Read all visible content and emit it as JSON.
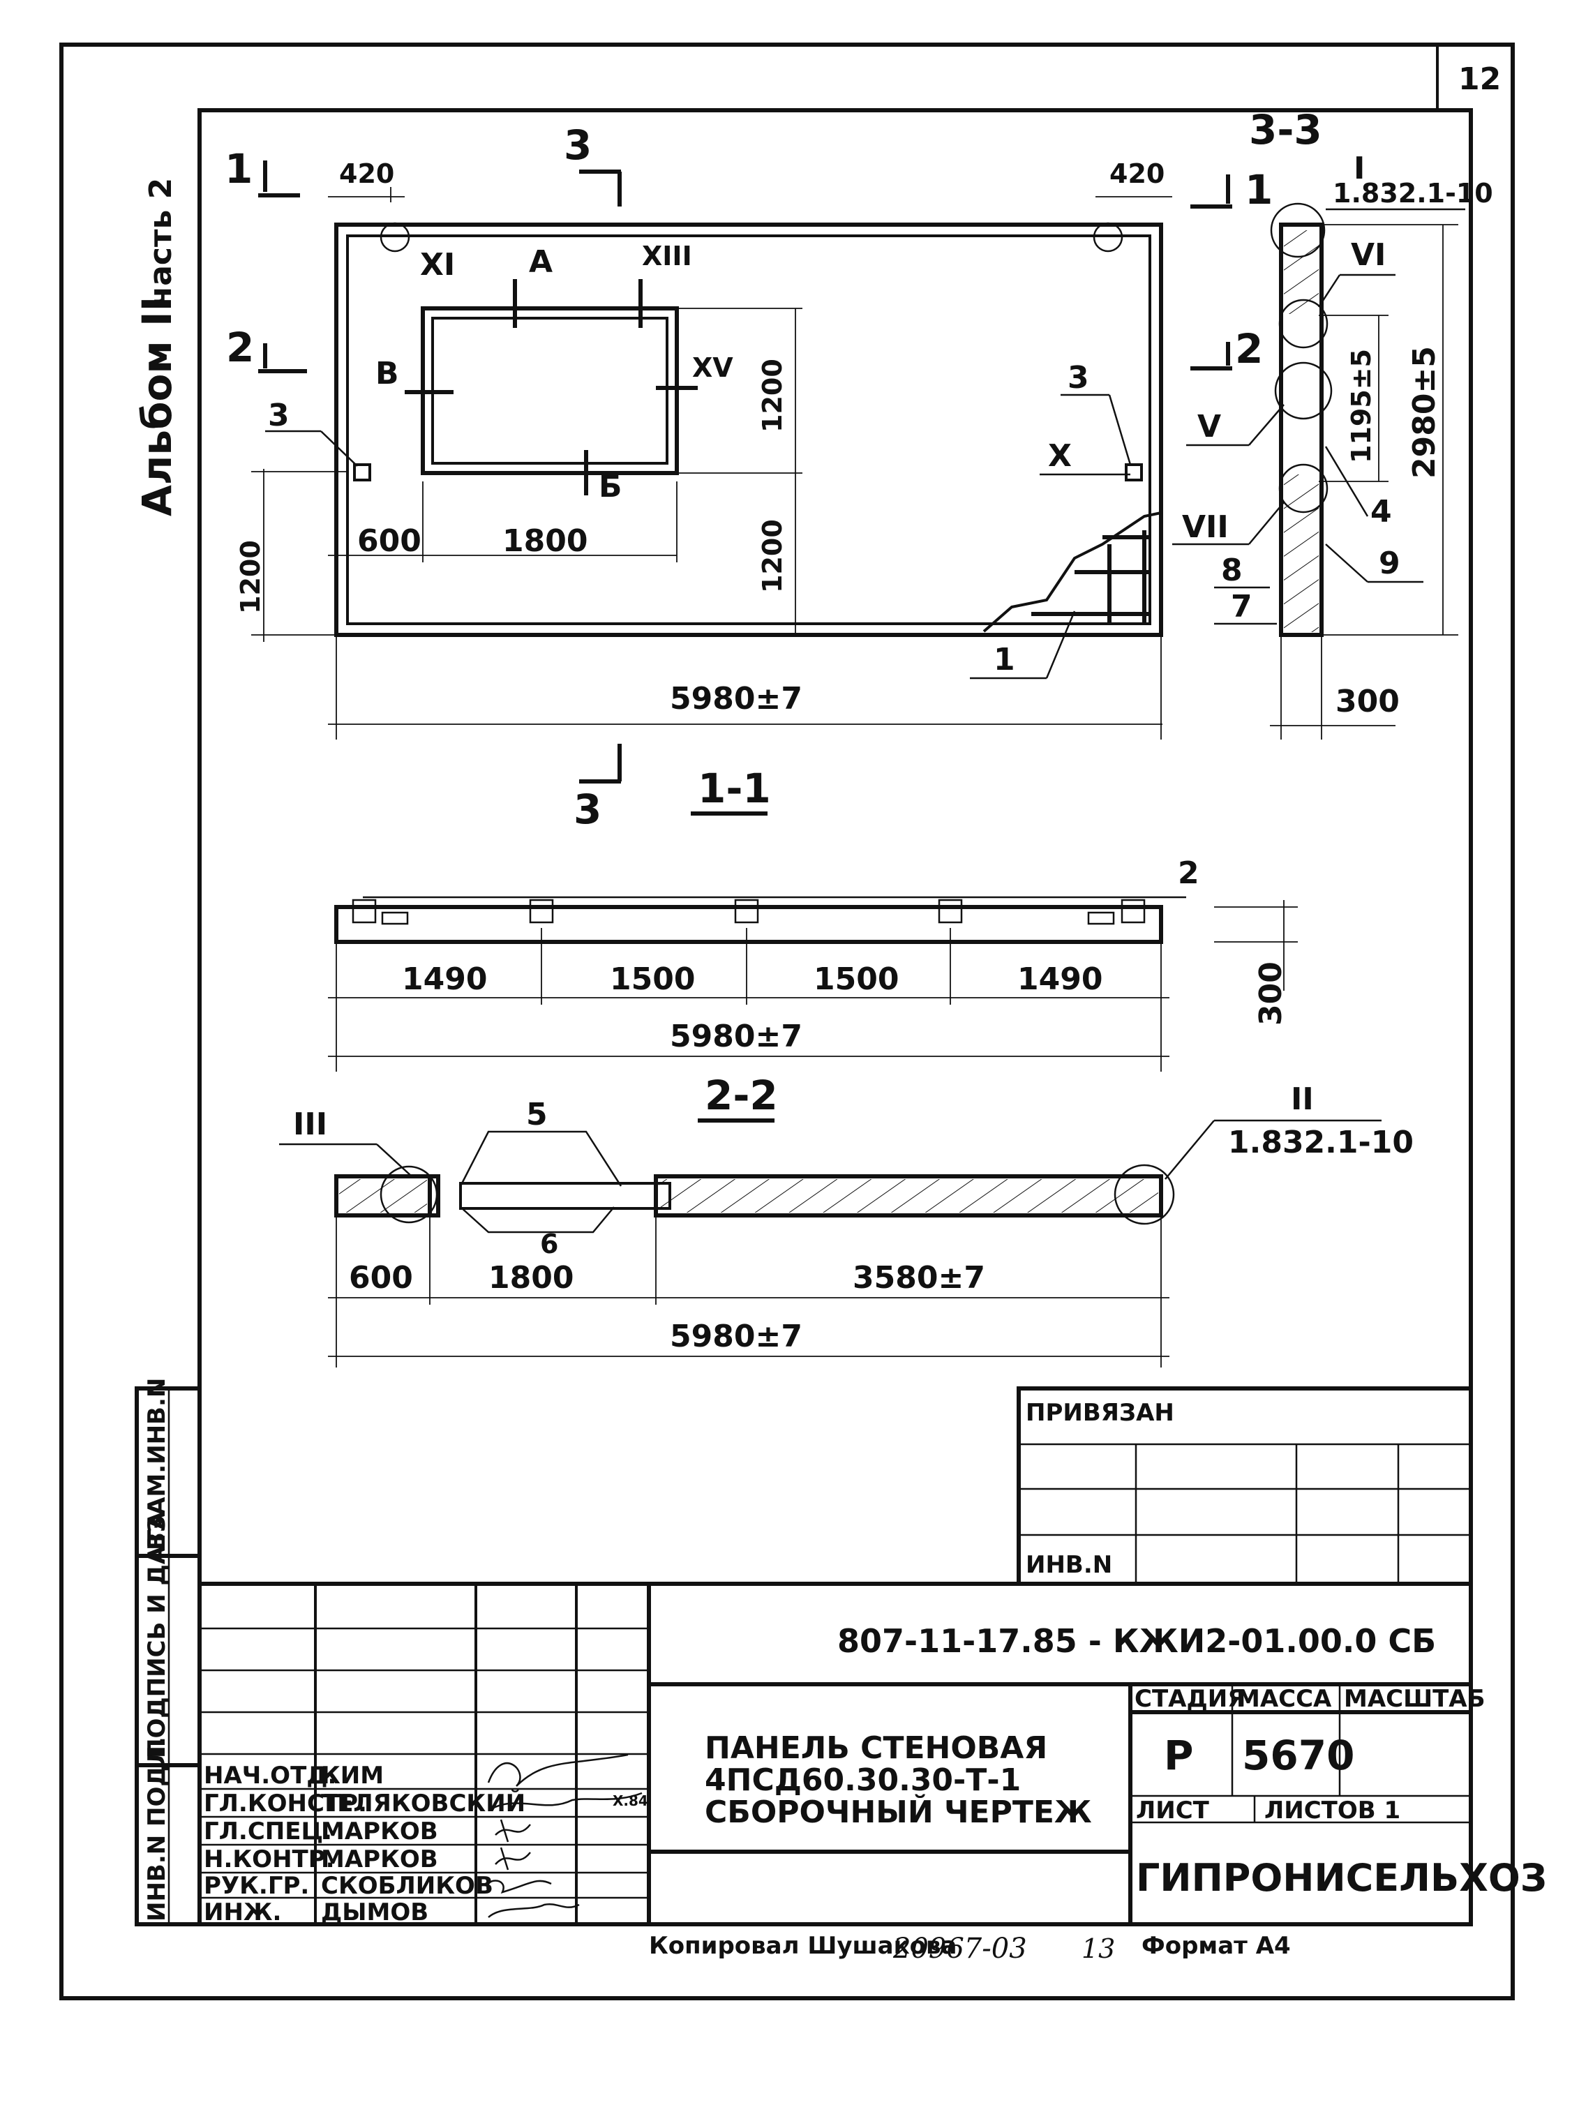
{
  "sheet_number": "12",
  "side_label": {
    "album": "Альбом II",
    "part": "часть 2"
  },
  "sections": {
    "s1": "1",
    "s2": "2",
    "s3": "3",
    "s33": "3-3",
    "s11": "1-1",
    "s22": "2-2"
  },
  "plan": {
    "dims": {
      "left_offset": "420",
      "right_offset": "420",
      "width_total": "5980±7",
      "opening_offset": "600",
      "opening_width": "1800",
      "opening_height": "1200",
      "sill_height": "1200",
      "left_height": "1200"
    },
    "opening_marks": {
      "top": "А",
      "bottom": "Б",
      "left": "В"
    },
    "node_marks": {
      "xi": "XI",
      "xiii": "XIII",
      "xv": "XV",
      "x": "X"
    },
    "position_marks": {
      "p3_left": "3",
      "p3_right": "3",
      "p1": "1"
    }
  },
  "section_33": {
    "height": "2980±5",
    "thickness": "300",
    "inner_height": "1195±5",
    "ref_node": "I",
    "ref_doc": "1.832.1-10",
    "node_marks": {
      "vi": "VI",
      "v": "V",
      "vii": "VII"
    },
    "position_marks": {
      "p4": "4",
      "p8": "8",
      "p7": "7",
      "p9": "9"
    }
  },
  "section_11": {
    "spans": [
      "1490",
      "1500",
      "1500",
      "1490"
    ],
    "total": "5980±7",
    "thickness": "300",
    "position_mark": "2"
  },
  "section_22": {
    "dims": {
      "left": "600",
      "opening": "1800",
      "right": "3580±7",
      "total": "5980±7"
    },
    "node_left": "III",
    "node_right": "II",
    "ref_doc": "1.832.1-10",
    "position_marks": {
      "p5": "5",
      "p6": "6"
    }
  },
  "stamp": {
    "privyazan": "ПРИВЯЗАН",
    "inv_n": "ИНВ.N",
    "doc_code": "807-11-17.85 - КЖИ2-01.00.0 СБ",
    "title_lines": [
      "ПАНЕЛЬ СТЕНОВАЯ",
      "4ПСД60.30.30-Т-1",
      "СБОРОЧНЫЙ ЧЕРТЕЖ"
    ],
    "headers": {
      "stage": "СТАДИЯ",
      "mass": "МАССА",
      "scale": "МАСШТАБ"
    },
    "values": {
      "stage": "Р",
      "mass": "5670"
    },
    "sheet_label": "ЛИСТ",
    "sheets_label": "ЛИСТОВ 1",
    "organization": "ГИПРОНИСЕЛЬХОЗ",
    "signatories": [
      {
        "role": "НАЧ.ОТД.",
        "name": "КИМ"
      },
      {
        "role": "ГЛ.КОНСТР.",
        "name": "ТЕЛЯКОВСКИЙ"
      },
      {
        "role": "ГЛ.СПЕЦ.",
        "name": "МАРКОВ"
      },
      {
        "role": "Н.КОНТР.",
        "name": "МАРКОВ"
      },
      {
        "role": "РУК.ГР.",
        "name": "СКОБЛИКОВ"
      },
      {
        "role": "ИНЖ.",
        "name": "ДЫМОВ"
      }
    ],
    "date_note": "X.84"
  },
  "side_stamp": {
    "inv_podl": "ИНВ.N ПОДЛ.",
    "podpis": "ПОДПИСЬ И ДАТА",
    "vzam": "ВЗАМ.ИНВ.N"
  },
  "footer": {
    "copied": "Копировал Шушакова",
    "order": "20967-03",
    "page": "13",
    "format": "Формат А4"
  }
}
